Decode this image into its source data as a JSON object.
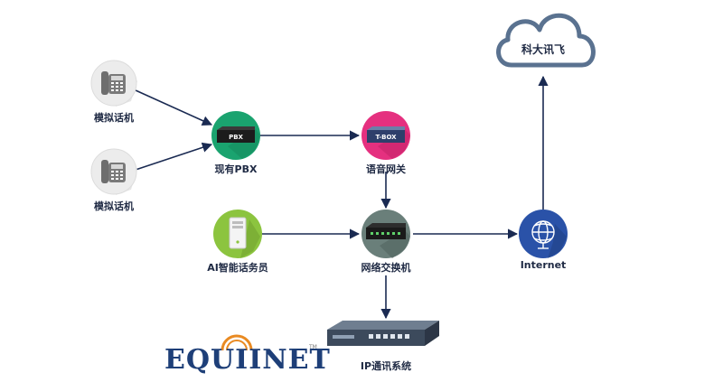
{
  "nodes": {
    "phone_1": {
      "label": "模拟话机"
    },
    "phone_2": {
      "label": "模拟话机"
    },
    "pbx": {
      "label": "现有PBX",
      "device_text": "PBX",
      "color": "#1aa36f"
    },
    "tbox": {
      "label": "语音网关",
      "device_text": "T-BOX",
      "color": "#e5307f"
    },
    "ai": {
      "label": "AI智能话务员",
      "color": "#8cc43f"
    },
    "switch": {
      "label": "网络交换机",
      "color": "#6a7f7a"
    },
    "internet": {
      "label": "Internet",
      "color": "#2a52a8"
    },
    "cloud": {
      "label": "科大讯飞"
    },
    "ipcomm": {
      "label": "IP通讯系统"
    }
  },
  "logo": {
    "text": "EQUIINET",
    "mark": "TM"
  },
  "colors": {
    "line": "#1a2a52",
    "phone": "#6e6e6e",
    "cloud": "#5a7290"
  }
}
